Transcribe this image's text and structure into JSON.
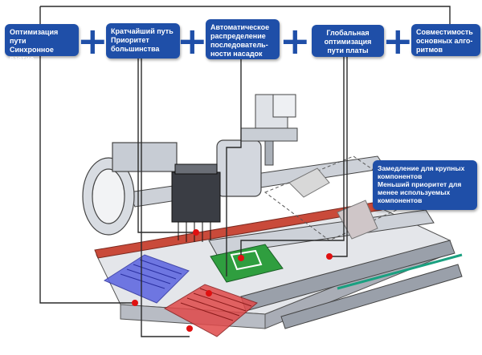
{
  "boxes": {
    "b1": "Оптимизация пути\nСинхронное взятие",
    "b2": "Кратчайший путь\nПриоритет\nбольшинства",
    "b3": "Автоматическое\nраспределение\nпоследователь-\nности насадок",
    "b4": "Глобальная\nоптимизация\nпути платы",
    "b5": "Совместимость\nосновных алго-\nритмов",
    "b6": "Замедление для крупных\nкомпонентов\nМеньший приоритет для\nменее используемых\nкомпонентов"
  },
  "plus_symbol": "+",
  "colors": {
    "box": "#1f4fa8",
    "connector": "#2a2a2a",
    "feeder_blue": "#5a63e0",
    "feeder_red": "#e04a4a",
    "pcb_green": "#2f9e3f",
    "marker": "#e01010"
  }
}
